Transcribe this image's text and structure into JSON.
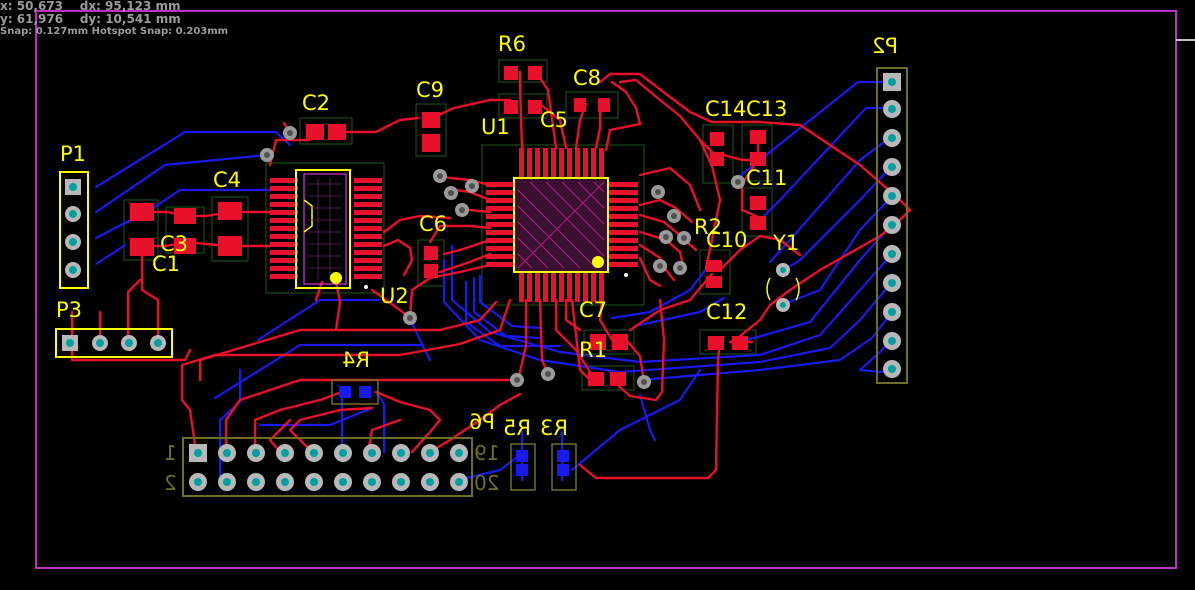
{
  "hud": {
    "line1": "x: 50,673    dx: 95,123 mm",
    "line2": "y: 61,976    dy: 10,541 mm",
    "line3": "Snap: 0.127mm Hotspot Snap: 0.203mm"
  },
  "designators": {
    "P1": "P1",
    "P2": "P2",
    "P3": "P3",
    "P6": "P6",
    "C1": "C1",
    "C2": "C2",
    "C3": "C3",
    "C4": "C4",
    "C5": "C5",
    "C6": "C6",
    "C7": "C7",
    "C8": "C8",
    "C9": "C9",
    "C10": "C10",
    "C11": "C11",
    "C12": "C12",
    "C13": "C13",
    "C14": "C14",
    "R1": "R1",
    "R2": "R2",
    "R3": "R3",
    "R4": "R4",
    "R5": "R5",
    "R6": "R6",
    "U1": "U1",
    "U2": "U2",
    "Y1": "Y1"
  },
  "p6_pins": {
    "pin1": "1",
    "pin2": "2",
    "pin19": "19",
    "pin20": "20"
  },
  "colors": {
    "background": "#000000",
    "board_outline": "#c030c0",
    "keepout": "#ffffff",
    "top_copper": "#e8102a",
    "bottom_copper": "#1a1aee",
    "overlay": "#ffff00",
    "bottom_overlay": "#6e6e28",
    "via": "#aaaaaa",
    "pad_hole": "#00a0a0"
  }
}
